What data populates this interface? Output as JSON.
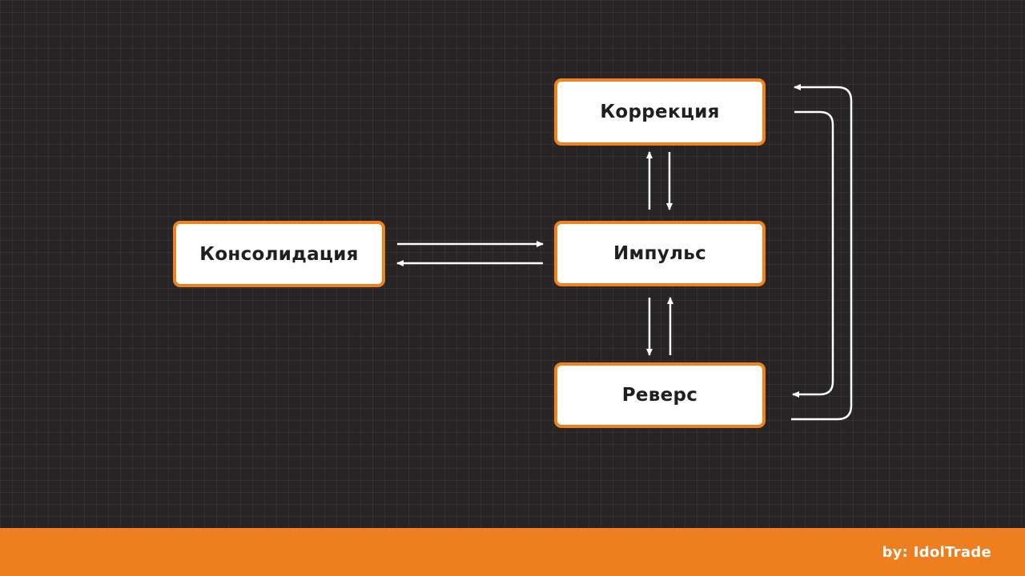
{
  "diagram": {
    "nodes": {
      "consolidation": "Консолидация",
      "impulse": "Импульс",
      "correction": "Коррекция",
      "reverse": "Реверс"
    }
  },
  "footer": {
    "credit": "by: IdolTrade"
  },
  "colors": {
    "background": "#262424",
    "node_border": "#f0821e",
    "footer": "#ee7f1f",
    "arrow": "#ffffff"
  }
}
